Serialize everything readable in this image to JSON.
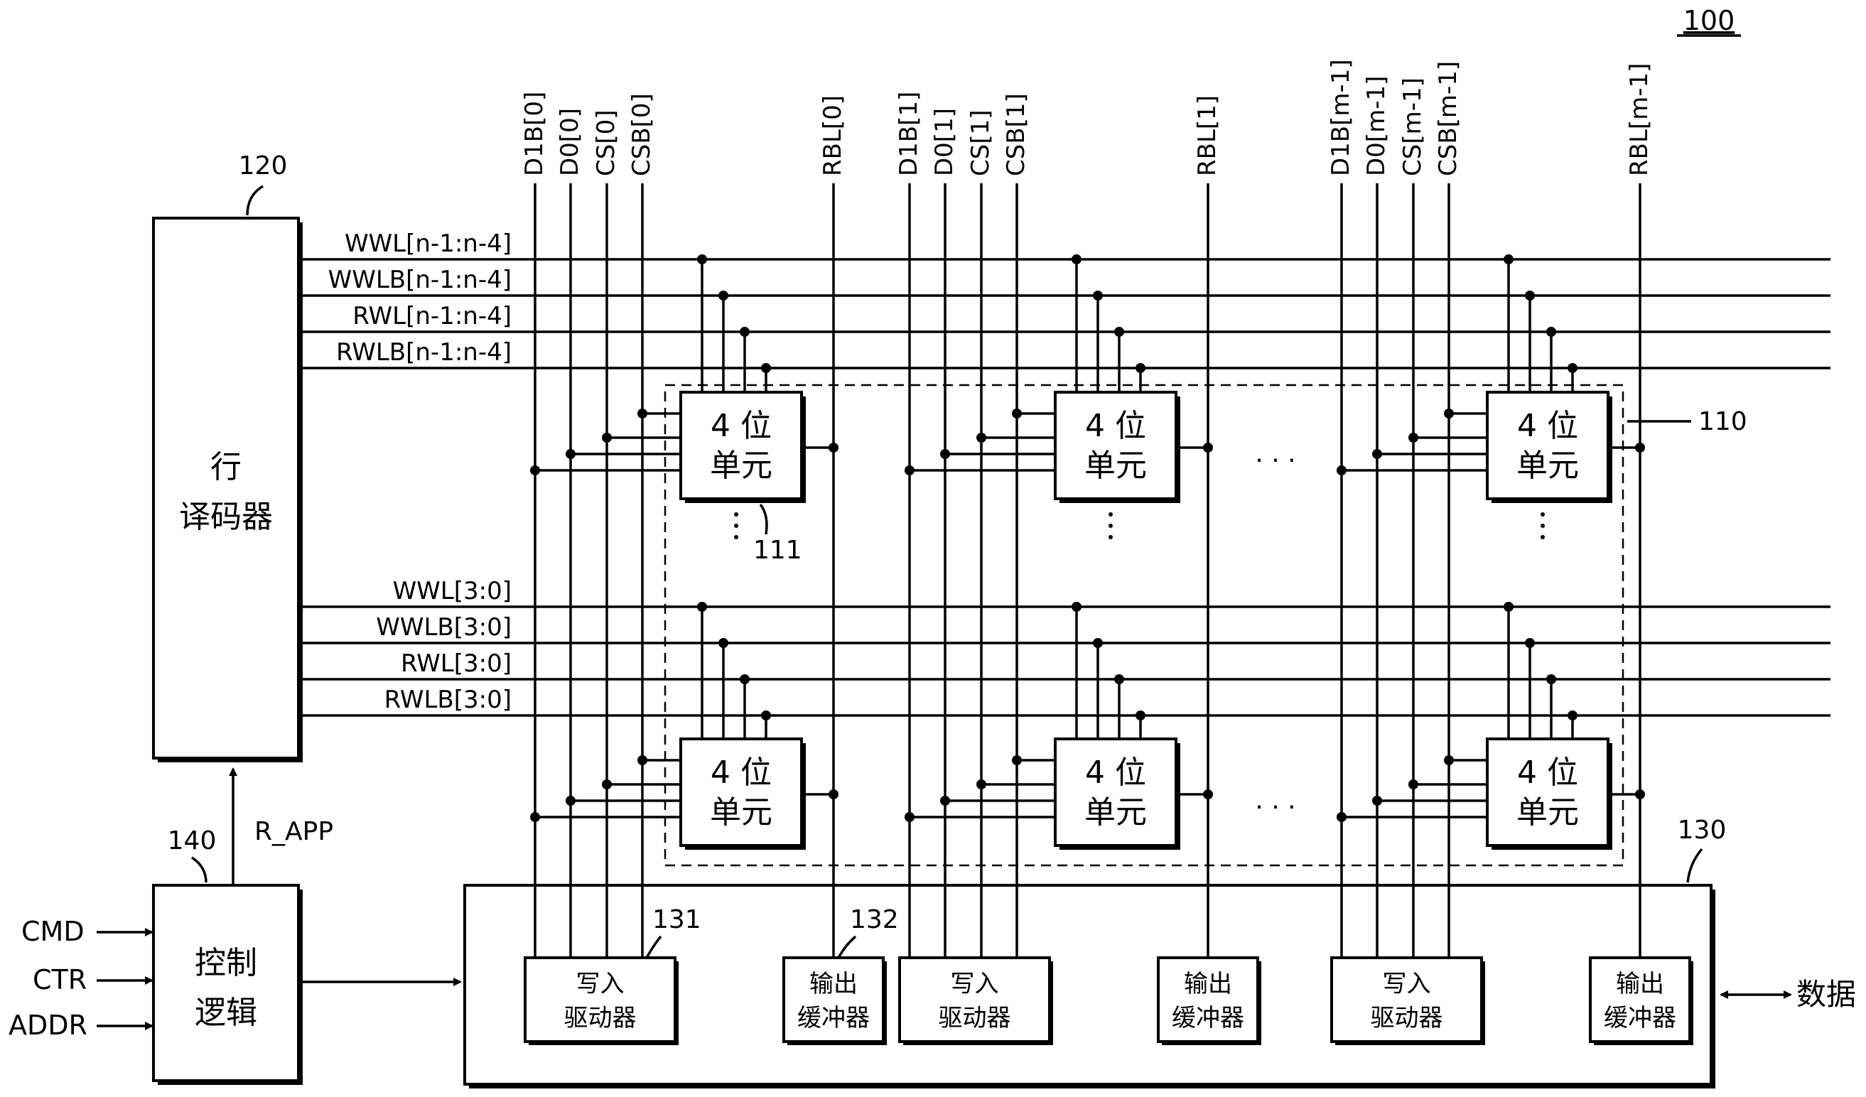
{
  "figure_number": "100",
  "ref_numbers": {
    "row_decoder": "120",
    "control_logic": "140",
    "io_block": "130",
    "array": "110",
    "cell": "111",
    "write_driver": "131",
    "output_buffer": "132"
  },
  "row_decoder": {
    "line1": "行",
    "line2": "译码器"
  },
  "control_logic": {
    "line1": "控制",
    "line2": "逻辑"
  },
  "control_output": "R_APP",
  "inputs": [
    "CMD",
    "CTR",
    "ADDR"
  ],
  "data_port": "数据",
  "cell": {
    "line1": "4 位",
    "line2": "单元"
  },
  "write_driver": {
    "line1": "写入",
    "line2": "驱动器"
  },
  "output_buffer": {
    "line1": "输出",
    "line2": "缓冲器"
  },
  "ellipsis": "· · ·",
  "upper_word_lines": [
    "WWL[n-1:n-4]",
    "WWLB[n-1:n-4]",
    "RWL[n-1:n-4]",
    "RWLB[n-1:n-4]"
  ],
  "lower_word_lines": [
    "WWL[3:0]",
    "WWLB[3:0]",
    "RWL[3:0]",
    "RWLB[3:0]"
  ],
  "column_groups": [
    {
      "lines": [
        "D1B[0]",
        "D0[0]",
        "CS[0]",
        "CSB[0]"
      ],
      "rbl": "RBL[0]"
    },
    {
      "lines": [
        "D1B[1]",
        "D0[1]",
        "CS[1]",
        "CSB[1]"
      ],
      "rbl": "RBL[1]"
    },
    {
      "lines": [
        "D1B[m-1]",
        "D0[m-1]",
        "CS[m-1]",
        "CSB[m-1]"
      ],
      "rbl": "RBL[m-1]"
    }
  ]
}
